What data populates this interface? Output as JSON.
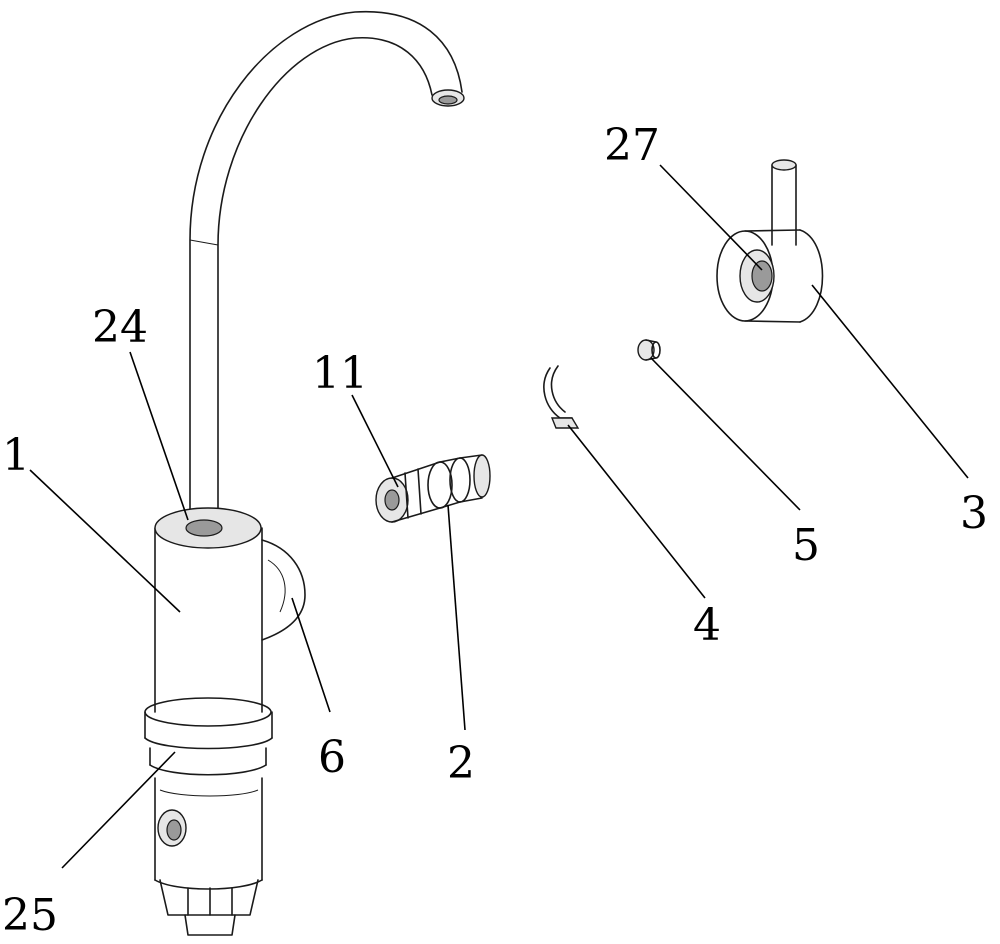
{
  "labels": {
    "n1": "1",
    "n2": "2",
    "n3": "3",
    "n4": "4",
    "n5": "5",
    "n6": "6",
    "n11": "11",
    "n24": "24",
    "n25": "25",
    "n27": "27"
  }
}
